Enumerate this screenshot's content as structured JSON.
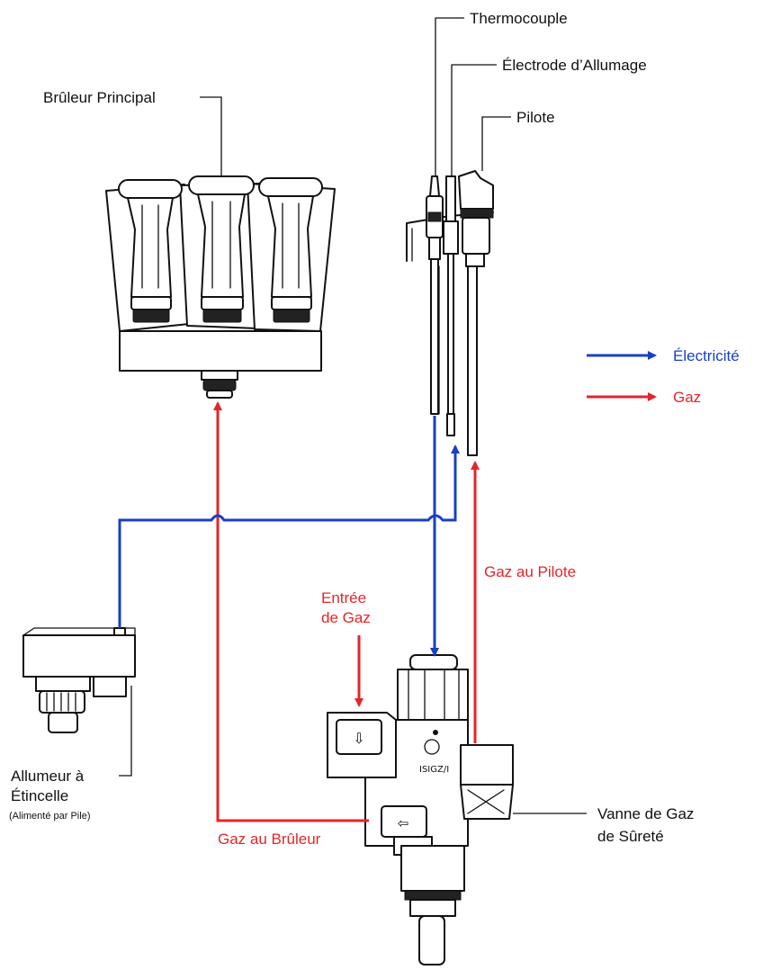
{
  "labels": {
    "burner": "Brûleur Principal",
    "thermocouple": "Thermocouple",
    "electrode": "Électrode d’Allumage",
    "pilot": "Pilote",
    "igniter_line1": "Allumeur à",
    "igniter_line2": "Étincelle",
    "igniter_note": "(Alimenté par Pile)",
    "valve_line1": "Vanne de Gaz",
    "valve_line2": "de Sûreté",
    "gas_inlet_line1": "Entrée",
    "gas_inlet_line2": "de Gaz",
    "gas_to_pilot": "Gaz au Pilote",
    "gas_to_burner": "Gaz au Brûleur"
  },
  "legend": {
    "electricity": "Électricité",
    "gas": "Gaz"
  },
  "colors": {
    "electricity": "#1a3fc4",
    "gas": "#e3262b",
    "outline": "#111111"
  },
  "icons": {
    "burner": "main-burner-illustration",
    "pilot_assembly": "pilot-assembly-illustration",
    "igniter": "spark-igniter-illustration",
    "valve": "safety-gas-valve-illustration"
  }
}
